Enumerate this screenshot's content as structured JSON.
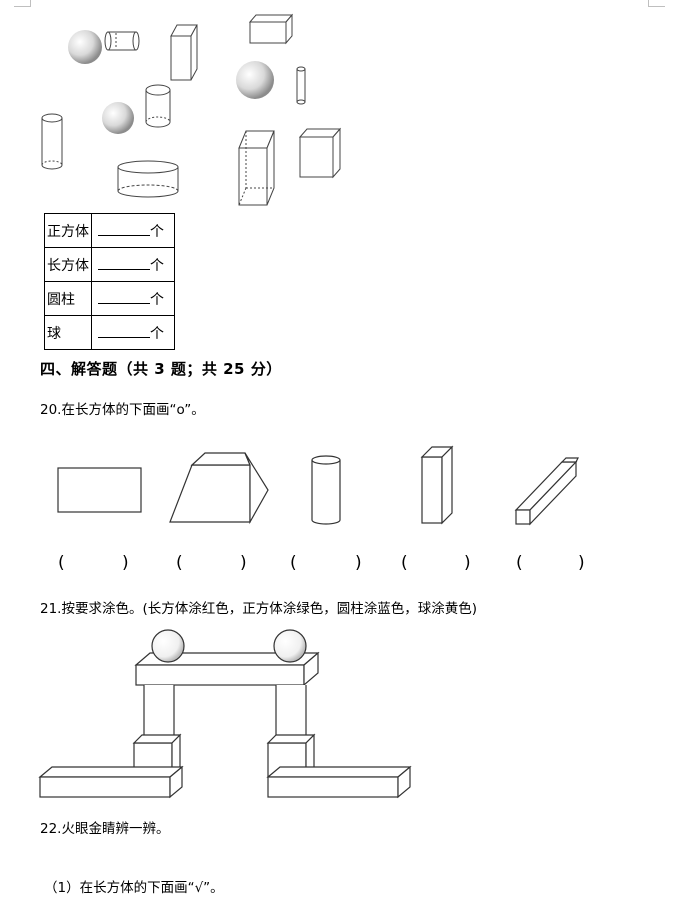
{
  "table": {
    "rows": [
      {
        "name": "正方体",
        "unit": "个"
      },
      {
        "name": "长方体",
        "unit": "个"
      },
      {
        "name": "圆柱",
        "unit": "个"
      },
      {
        "name": "球",
        "unit": "个"
      }
    ]
  },
  "section": {
    "heading": "四、解答题（共 3 题；共 25 分）"
  },
  "questions": {
    "q20": "20.在长方体的下面画“o”。",
    "q21": "21.按要求涂色。(长方体涂红色，正方体涂绿色，圆柱涂蓝色，球涂黄色)",
    "q22": "22.火眼金睛辨一辨。",
    "q22_1": "（1）在长方体的下面画“√”。"
  },
  "answer_slots": [
    {
      "open": "(",
      "close": ")"
    },
    {
      "open": "(",
      "close": ")"
    },
    {
      "open": "(",
      "close": ")"
    },
    {
      "open": "(",
      "close": ")"
    },
    {
      "open": "(",
      "close": ")"
    }
  ]
}
